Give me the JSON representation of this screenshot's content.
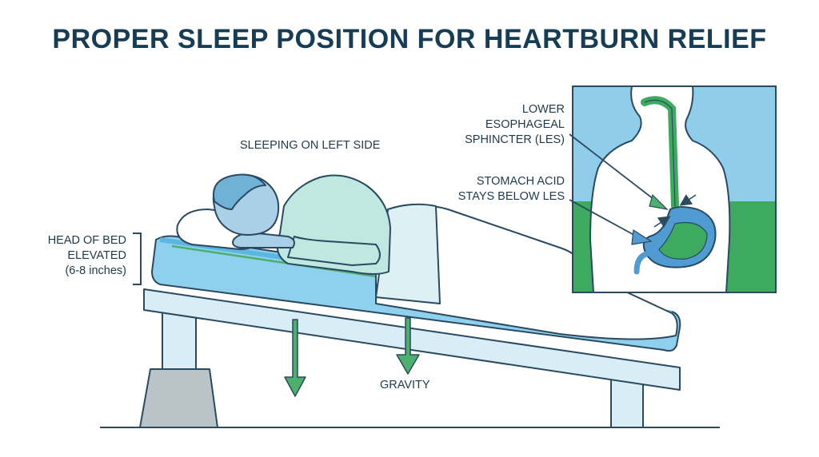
{
  "title": "PROPER SLEEP POSITION FOR HEARTBURN RELIEF",
  "labels": {
    "sleeping_position": "SLEEPING ON LEFT SIDE",
    "head_elevated": [
      "HEAD OF BED",
      "ELEVATED",
      "(6-8 inches)"
    ],
    "les": [
      "LOWER",
      "ESOPHAGEAL",
      "SPHINCTER (LES)"
    ],
    "acid": [
      "STOMACH ACID",
      "STAYS BELOW LES"
    ],
    "gravity": "GRAVITY"
  },
  "colors": {
    "title": "#173c55",
    "outline": "#2a4a60",
    "mattress": "#8fd0ee",
    "bed_frame": "#d9edf6",
    "blanket": "#dff0f5",
    "skin": "#a9d0e6",
    "shirt": "#bfe8e0",
    "green": "#4caf6b",
    "inset_sky": "#8fcdea",
    "inset_green": "#3eaa5f",
    "stomach_blue": "#4f9bd2",
    "block": "#b9c3c8"
  }
}
